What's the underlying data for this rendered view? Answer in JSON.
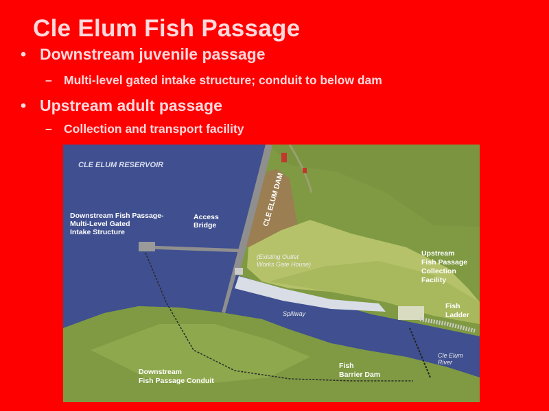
{
  "slide": {
    "title": "Cle Elum Fish Passage",
    "bullets": [
      {
        "text": "Downstream juvenile passage",
        "sub": [
          "Multi-level gated intake structure; conduit to below dam"
        ]
      },
      {
        "text": "Upstream adult passage",
        "sub": [
          "Collection and transport facility"
        ]
      }
    ],
    "bullet_glyph": "•",
    "sub_glyph": "–"
  },
  "map": {
    "reservoir": "CLE ELUM RESERVOIR",
    "dam": "CLE ELUM DAM",
    "intake_line1": "Downstream Fish Passage-",
    "intake_line2": "Multi-Level Gated",
    "intake_line3": "Intake Structure",
    "bridge_line1": "Access",
    "bridge_line2": "Bridge",
    "gate_line1": "(Existing Outlet",
    "gate_line2": "Works Gate House)",
    "spillway": "Spillway",
    "upstream_line1": "Upstream",
    "upstream_line2": "Fish Passage",
    "upstream_line3": "Collection",
    "upstream_line4": "Facility",
    "ladder_line1": "Fish",
    "ladder_line2": "Ladder",
    "conduit_line1": "Downstream",
    "conduit_line2": "Fish Passage Conduit",
    "barrier_line1": "Fish",
    "barrier_line2": "Barrier Dam",
    "river_line1": "Cle Elum",
    "river_line2": "River",
    "colors": {
      "water": "#3f4f8f",
      "land_dark": "#7f9a43",
      "land_light": "#b5c26a",
      "dam": "#8f8f8f",
      "building": "#c0392b"
    }
  }
}
